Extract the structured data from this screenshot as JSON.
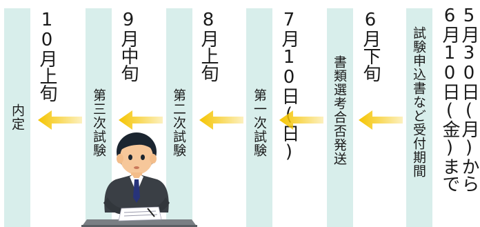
{
  "steps": [
    {
      "label": "試験申込書など受付期間",
      "date_lines": [
        "5月30日(月)から",
        "6月10日(金)まで"
      ]
    },
    {
      "label": "書類選考合否発送",
      "date_lines": [
        "6月下旬"
      ]
    },
    {
      "label": "第一次試験",
      "date_lines": [
        "7月10日(日)"
      ]
    },
    {
      "label": "第二次試験",
      "date_lines": [
        "8月上旬"
      ]
    },
    {
      "label": "第三次試験",
      "date_lines": [
        "9月中旬"
      ]
    },
    {
      "label": "内定",
      "date_lines": [
        "10月上旬"
      ]
    }
  ],
  "colors": {
    "column": "#d8eeeb",
    "arrow": "#f5c400",
    "text": "#1a1a1a"
  },
  "illustration": "businessman-at-desk-icon"
}
